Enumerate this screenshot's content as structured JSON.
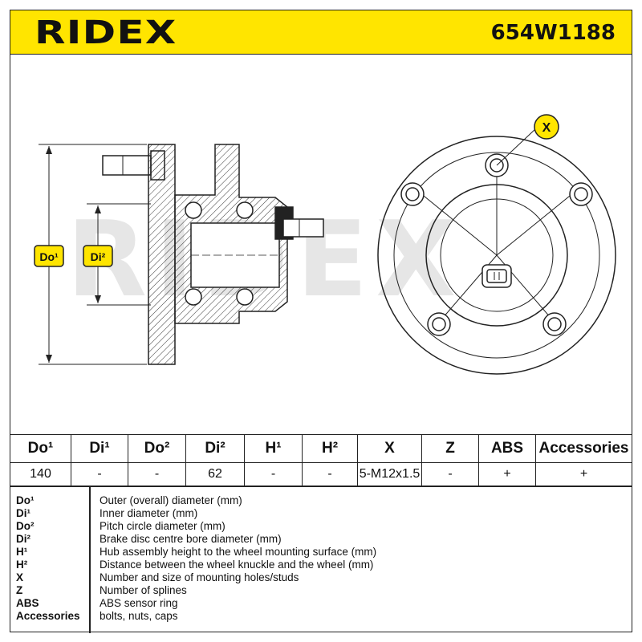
{
  "header": {
    "brand": "RIDEX",
    "part_number": "654W1188",
    "background_color": "#ffe500"
  },
  "drawing": {
    "labels": {
      "do1": "Do¹",
      "di2": "Di²",
      "x": "X"
    },
    "watermark": "RIDEX",
    "icons": [
      "wheel-hub-section-view",
      "wheel-hub-front-view",
      "abs-sensor-connector-icon"
    ]
  },
  "specs": {
    "headers": [
      "Do¹",
      "Di¹",
      "Do²",
      "Di²",
      "H¹",
      "H²",
      "X",
      "Z",
      "ABS",
      "Accessories"
    ],
    "values": [
      "140",
      "-",
      "-",
      "62",
      "-",
      "-",
      "5-M12x1.5",
      "-",
      "+",
      "+"
    ]
  },
  "legend": [
    {
      "term": "Do¹",
      "desc": "Outer (overall) diameter (mm)"
    },
    {
      "term": "Di¹",
      "desc": "Inner diameter (mm)"
    },
    {
      "term": "Do²",
      "desc": "Pitch circle diameter (mm)"
    },
    {
      "term": "Di²",
      "desc": "Brake disc centre bore diameter (mm)"
    },
    {
      "term": "H¹",
      "desc": "Hub assembly height to the wheel mounting surface (mm)"
    },
    {
      "term": "H²",
      "desc": "Distance between the wheel knuckle and the wheel (mm)"
    },
    {
      "term": "X",
      "desc": "Number and size of mounting holes/studs"
    },
    {
      "term": "Z",
      "desc": "Number of splines"
    },
    {
      "term": "ABS",
      "desc": "ABS sensor ring"
    },
    {
      "term": "Accessories",
      "desc": "bolts, nuts, caps"
    }
  ],
  "colors": {
    "label_fill": "#ffe500",
    "line": "#222222",
    "watermark": "#e6e6e6"
  }
}
